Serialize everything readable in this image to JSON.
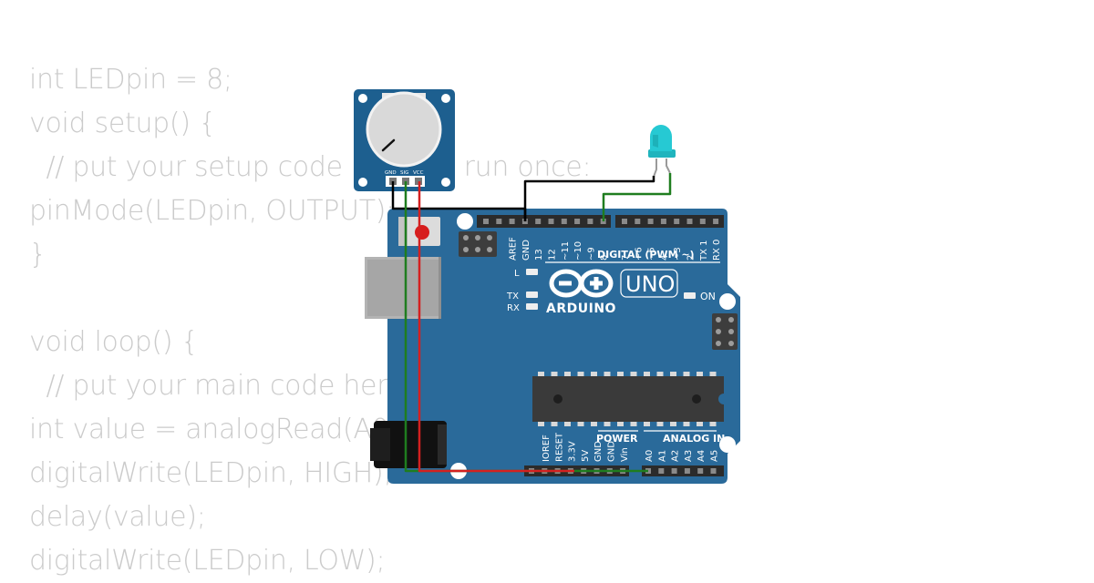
{
  "code": {
    "lines": [
      "int LEDpin = 8;",
      "void setup() {",
      "  // put your setup code here, to run once:",
      "pinMode(LEDpin, OUTPUT);",
      "}",
      "",
      "void loop() {",
      "  // put your main code here, to run repeatedly:",
      "int value = analogRead(A0);",
      "digitalWrite(LEDpin, HIGH);",
      "delay(value);",
      "digitalWrite(LEDpin, LOW);"
    ]
  },
  "potentiometer": {
    "pin_gnd": "GND",
    "pin_sig": "SIG",
    "pin_vcc": "VCC"
  },
  "arduino": {
    "logo_text": "ARDUINO",
    "model": "UNO",
    "digital_header": "DIGITAL (PWM ~)",
    "power_header": "POWER",
    "analog_header": "ANALOG IN",
    "led_l": "L",
    "led_tx": "TX",
    "led_rx": "RX",
    "led_on": "ON",
    "digital_pins": [
      "AREF",
      "GND",
      "13",
      "12",
      "~11",
      "~10",
      "~9",
      "8",
      "7",
      "~6",
      "~5",
      "4",
      "~3",
      "2",
      "TX 1",
      "RX 0"
    ],
    "power_pins": [
      "IOREF",
      "RESET",
      "3.3V",
      "5V",
      "GND",
      "GND",
      "Vin"
    ],
    "analog_pins": [
      "A0",
      "A1",
      "A2",
      "A3",
      "A4",
      "A5"
    ]
  },
  "colors": {
    "board": "#2a6a9a",
    "wire_black": "#000000",
    "wire_green": "#1f7d1f",
    "wire_red": "#d42020",
    "led": "#26c9d3",
    "code_text": "#cbcbcb"
  }
}
